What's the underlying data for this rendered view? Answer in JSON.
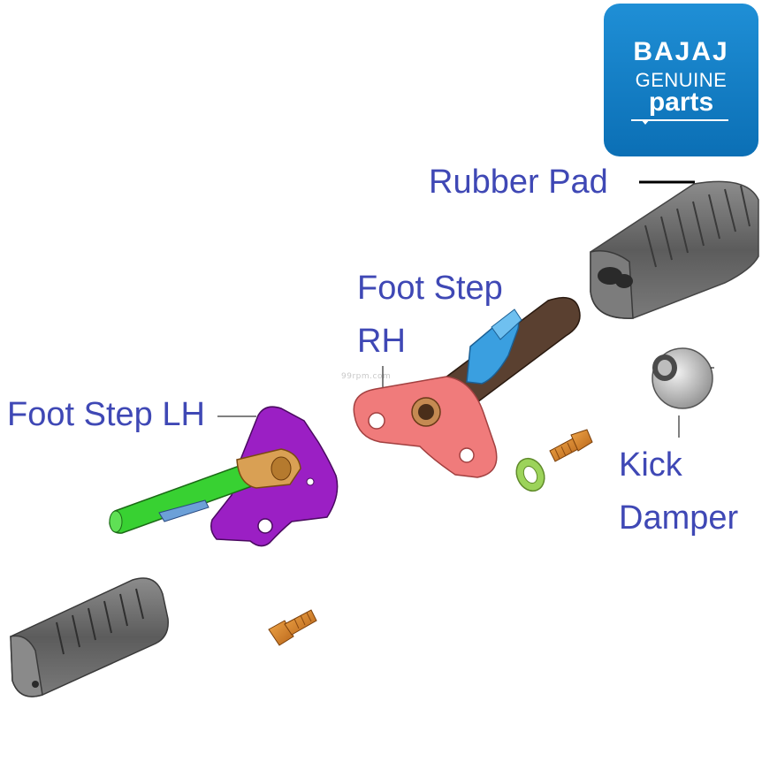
{
  "logo": {
    "brand": "BAJAJ",
    "line2": "GENUINE",
    "line3": "parts",
    "color": "#1a86cc"
  },
  "labels": {
    "rubber_pad": "Rubber Pad",
    "foot_step_rh_line1": "Foot Step",
    "foot_step_rh_line2": "RH",
    "foot_step_lh": "Foot Step LH",
    "kick_damper_line1": "Kick",
    "kick_damper_line2": "Damper"
  },
  "watermark": "99rpm.com",
  "colors": {
    "label_text": "#3f48b5",
    "bracket_rh": "#f07b7b",
    "bracket_lh": "#9b1fc4",
    "lever_lh": "#38d132",
    "spring_rh": "#3a9fe0",
    "bolt": "#e08a2a",
    "washer": "#9cd35a",
    "rubber": "#6e6e6e"
  }
}
